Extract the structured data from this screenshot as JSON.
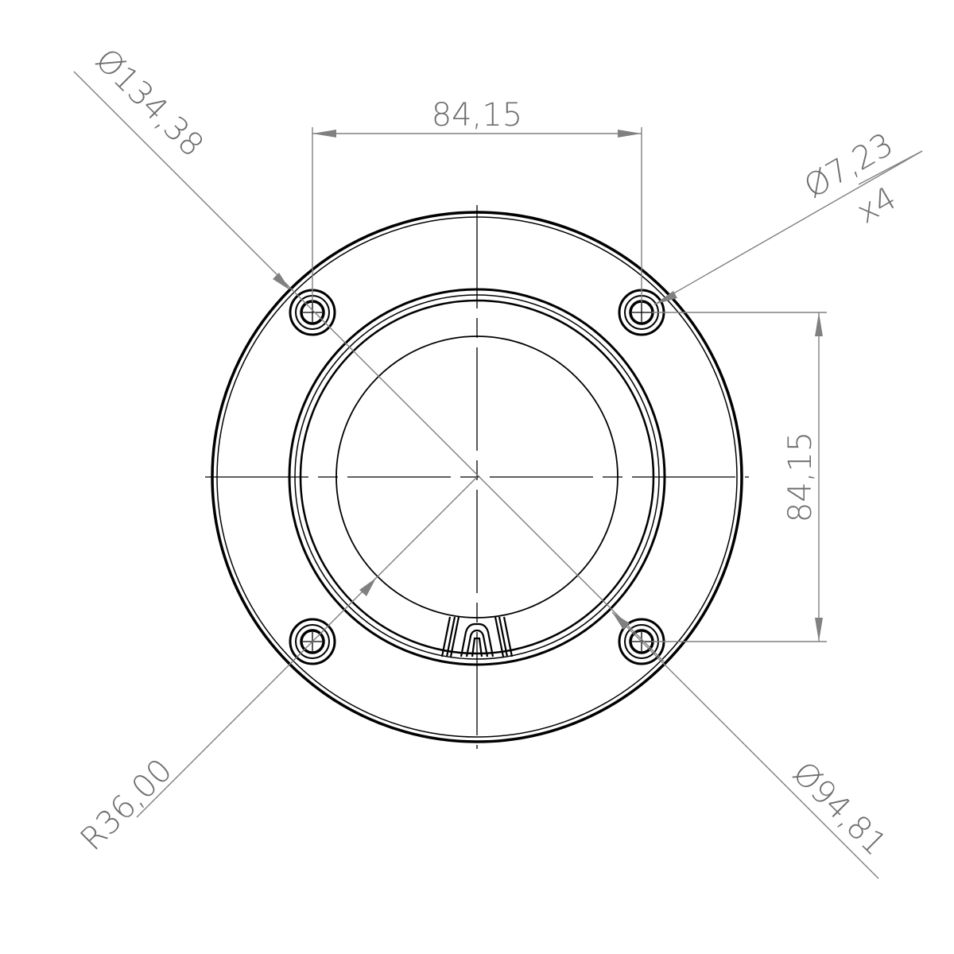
{
  "dimensions": {
    "outer_diameter": "Ø134,38",
    "horizontal_spacing": "84,15",
    "vertical_spacing": "84,15",
    "hole_diameter": "Ø7,23",
    "hole_count": "x4",
    "radius": "R36,00",
    "bolt_circle_diameter": "Ø94,81"
  },
  "colors": {
    "object_line": "#000000",
    "dimension_line": "#808080",
    "dimension_text": "#6e6e6e"
  }
}
